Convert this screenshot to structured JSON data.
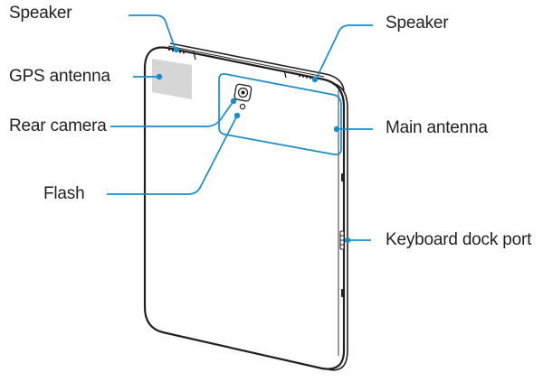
{
  "labels": {
    "speaker_left": "Speaker",
    "gps_antenna": "GPS antenna",
    "rear_camera": "Rear camera",
    "flash": "Flash",
    "speaker_right": "Speaker",
    "main_antenna": "Main antenna",
    "keyboard_dock_port": "Keyboard dock port"
  },
  "colors": {
    "leader_line": "#1a8cc7",
    "outline": "#231f20",
    "antenna_fill": "#d6d6d6",
    "background": "#ffffff"
  }
}
